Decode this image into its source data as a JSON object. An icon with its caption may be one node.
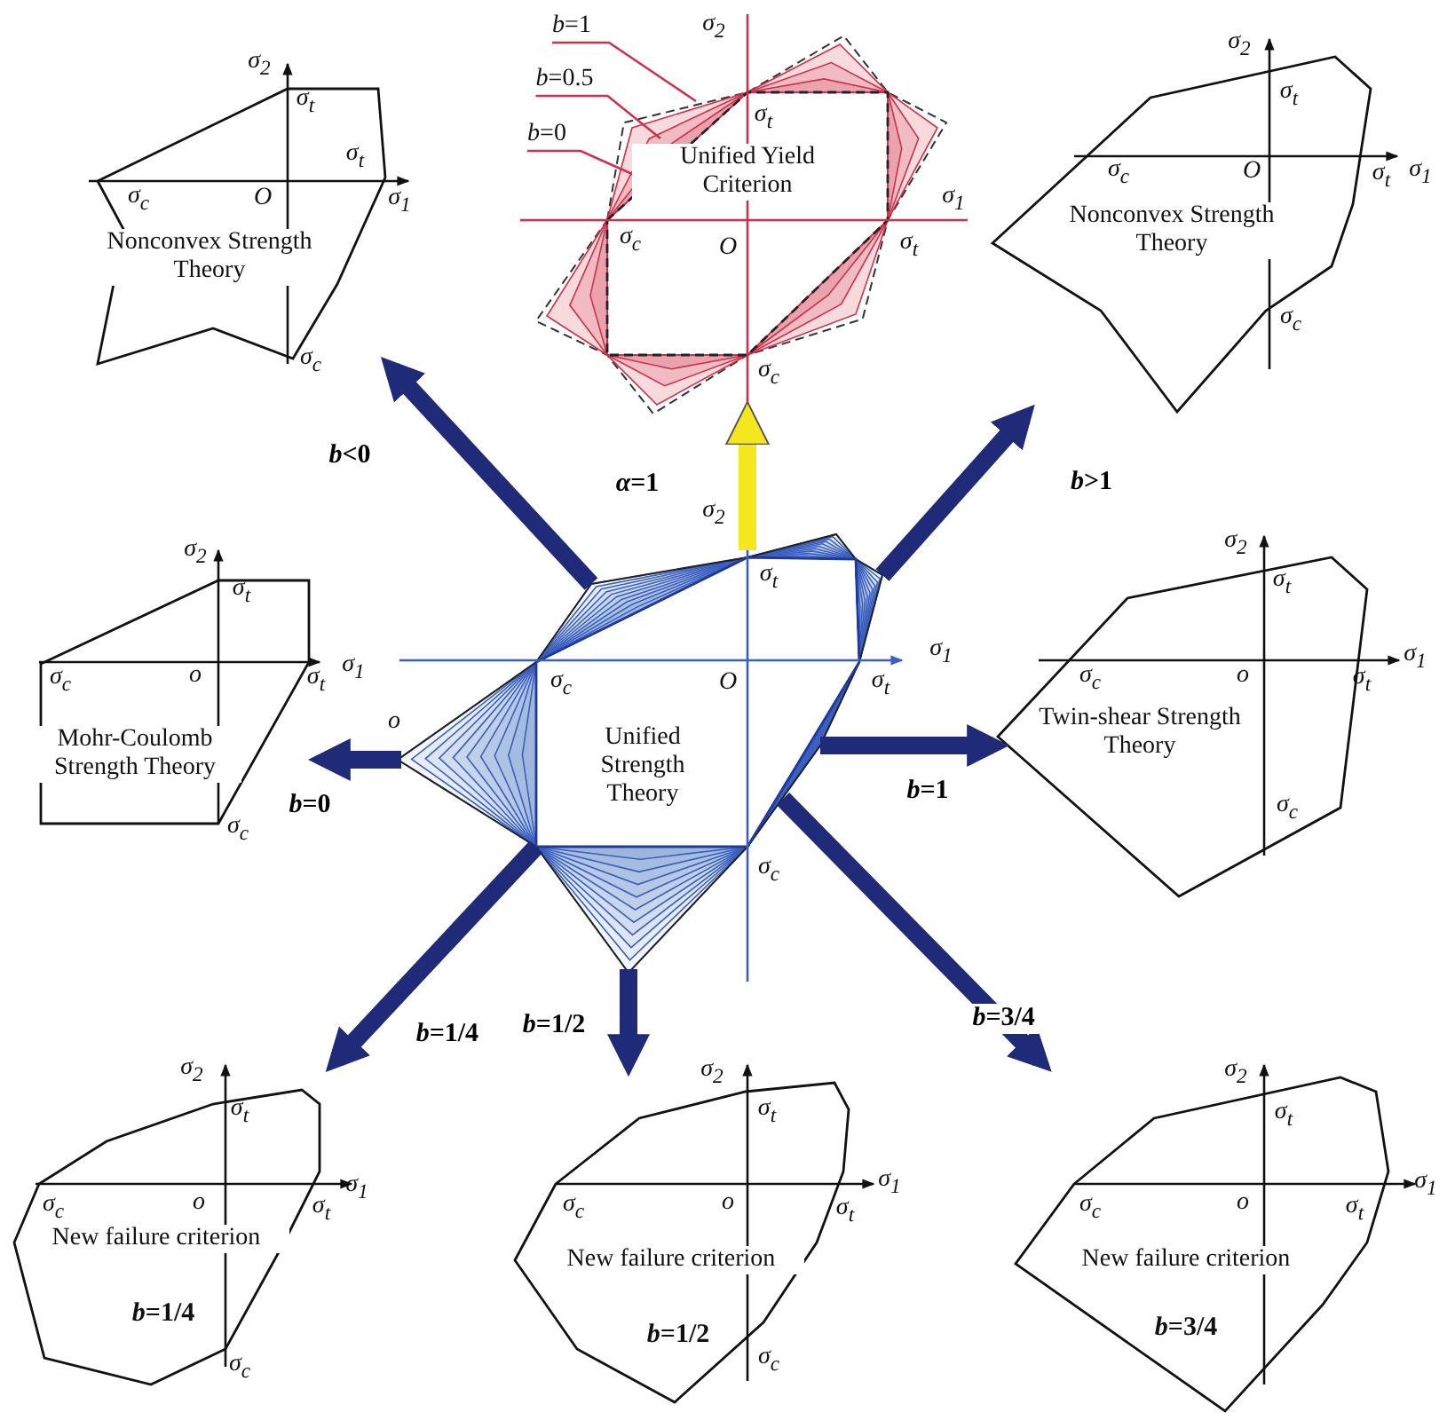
{
  "diagram": {
    "nodes": [
      {
        "text": [
          "Nonconvex Strength Theory"
        ]
      },
      {
        "text": [
          "Unified Yield Criterion"
        ]
      },
      {
        "text": [
          "Nonconvex Strength Theory"
        ]
      },
      {
        "text": [
          "Mohr-Coulomb Strength Theory"
        ]
      },
      {
        "text": [
          "Unified Strength Theory"
        ]
      },
      {
        "text": [
          "Twin-shear Strength Theory"
        ]
      },
      {
        "text": [
          "New failure criterion",
          "*b*=1/4"
        ]
      },
      {
        "text": [
          "New failure criterion",
          "*b*=1/2"
        ]
      },
      {
        "text": [
          "New failure criterion",
          "*b*=3/4"
        ]
      },
      {
        "text": [
          "*b*=1"
        ]
      },
      {
        "text": [
          "*b*=0.5"
        ]
      },
      {
        "text": [
          "*b*=0"
        ]
      }
    ],
    "edges": [
      {
        "from": 4,
        "to": 0,
        "arrow": "to",
        "label": "*b*<0"
      },
      {
        "from": 4,
        "to": 1,
        "arrow": "to",
        "label": "*α*=1",
        "color": "#f5e61e"
      },
      {
        "from": 4,
        "to": 2,
        "arrow": "to",
        "label": "*b*>1"
      },
      {
        "from": 4,
        "to": 3,
        "arrow": "to",
        "label": "*b*=0"
      },
      {
        "from": 4,
        "to": 5,
        "arrow": "to",
        "label": "*b*=1"
      },
      {
        "from": 4,
        "to": 6,
        "arrow": "to",
        "label": "*b*=1/4"
      },
      {
        "from": 4,
        "to": 7,
        "arrow": "to",
        "label": "*b*=1/2"
      },
      {
        "from": 4,
        "to": 8,
        "arrow": "to",
        "label": "*b*=3/4"
      },
      {
        "from": 9,
        "to": 1,
        "arrow": "none",
        "color": "#d0304a"
      },
      {
        "from": 10,
        "to": 1,
        "arrow": "none",
        "color": "#d0304a"
      },
      {
        "from": 11,
        "to": 1,
        "arrow": "none",
        "color": "#d0304a"
      }
    ],
    "labels": [
      "σ$_{2}$",
      "σ$_{t}$",
      "σ$_{t}$",
      "σ$_{c}$",
      "O",
      "σ$_{1}$",
      "σ$_{c}$",
      "σ$_{2}$",
      "σ$_{t}$",
      "σ$_{1}$",
      "σ$_{c}$",
      "O",
      "σ$_{t}$",
      "σ$_{c}$",
      "σ$_{2}$",
      "σ$_{t}$",
      "σ$_{c}$",
      "O",
      "σ$_{t}$",
      "σ$_{1}$",
      "σ$_{c}$",
      "σ$_{2}$",
      "σ$_{t}$",
      "σ$_{1}$",
      "σ$_{c}$",
      "o",
      "σ$_{t}$",
      "σ$_{c}$",
      "σ$_{2}$",
      "σ$_{t}$",
      "σ$_{1}$",
      "σ$_{c}$",
      "O",
      "σ$_{t}$",
      "o",
      "σ$_{c}$",
      "σ$_{2}$",
      "σ$_{t}$",
      "σ$_{c}$",
      "o",
      "σ$_{t}$",
      "σ$_{1}$",
      "σ$_{c}$",
      "σ$_{2}$",
      "σ$_{t}$",
      "σ$_{c}$",
      "o",
      "σ$_{t}$",
      "σ$_{1}$",
      "σ$_{c}$",
      "σ$_{2}$",
      "σ$_{t}$",
      "σ$_{c}$",
      "o",
      "σ$_{t}$",
      "σ$_{1}$",
      "σ$_{c}$",
      "σ$_{2}$",
      "σ$_{t}$",
      "σ$_{c}$",
      "o",
      "σ$_{t}$",
      "σ$_{1}$"
    ]
  }
}
